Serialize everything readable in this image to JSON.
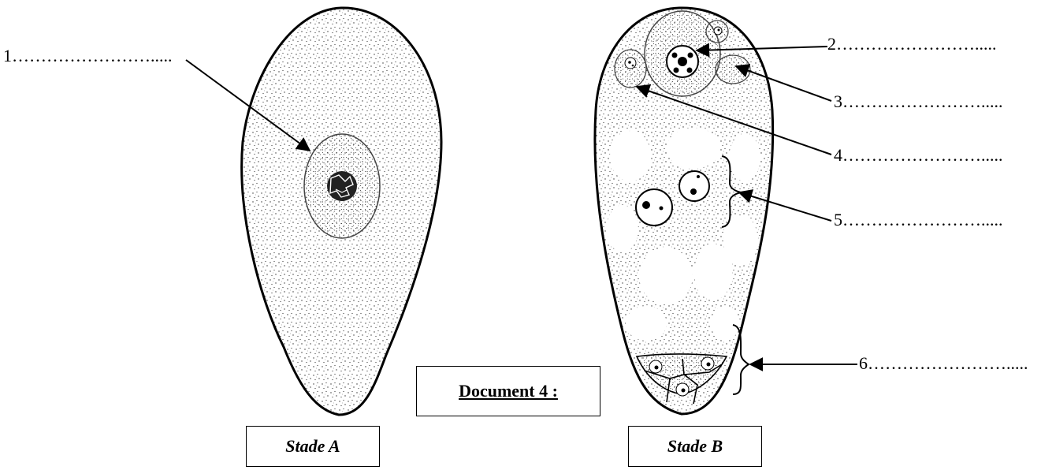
{
  "document_title": "Document 4 :",
  "stages": {
    "a": "Stade  A",
    "b": "Stade  B"
  },
  "labels": [
    {
      "number": "1",
      "dots": "……………………....."
    },
    {
      "number": "2",
      "dots": "……………………....."
    },
    {
      "number": "3",
      "dots": "……………………....."
    },
    {
      "number": "4",
      "dots": "……………………....."
    },
    {
      "number": "5",
      "dots": "……………………....."
    },
    {
      "number": "6",
      "dots": "……………………....."
    }
  ]
}
